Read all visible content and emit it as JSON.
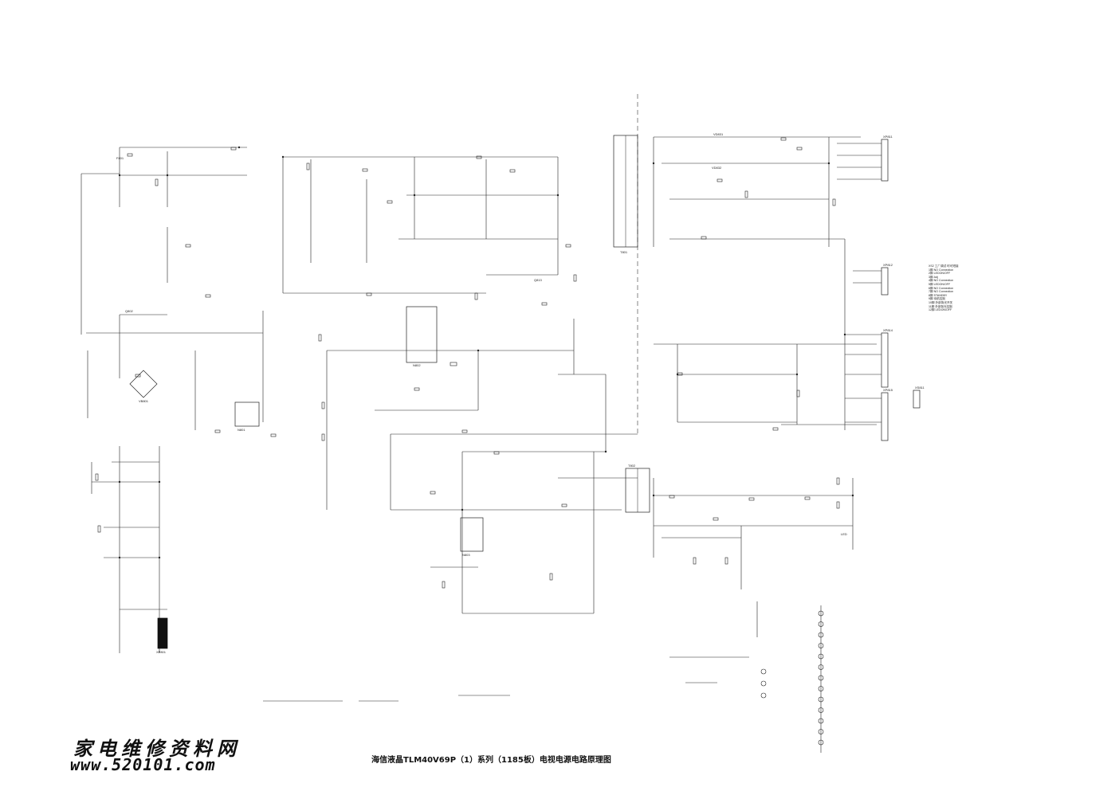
{
  "caption": {
    "title": "海信液晶TLM40V69P（1）系列（1185板）电视电源电路原理图"
  },
  "watermark": {
    "cn": "家电维修资料网",
    "url": "www.520101.com"
  },
  "notes": [
    "XS2 工厂调试 时可短接",
    "1脚 NO Connection",
    "2脚 LEDON/OFF",
    "3脚 Adj",
    "4脚 NO Connection",
    "5脚 LEDON/OFF",
    "6脚 NO Connection",
    "7脚 NO Connection",
    "8脚 STANDBY",
    "9脚 待机控制",
    "10脚 外部背光开关",
    "11脚 外部背光控制",
    "12脚 LEDON/OFF"
  ],
  "labels": {
    "q_main": "Q813",
    "q_pfc": "Q802",
    "ic_pfc": "N801",
    "ic_pwm": "N802",
    "ic_sb": "N803",
    "t_main": "T801",
    "t_sb": "T802",
    "conn_main": "XP811",
    "conn_2": "XP812",
    "conn_3": "XP814",
    "conn_4": "XP815",
    "conn_5": "XS811",
    "ac_in": "XP801",
    "fuse": "F801",
    "bridge": "VB801",
    "diode_out1": "VD831",
    "diode_out2": "VD832",
    "led_ind": "LED"
  }
}
